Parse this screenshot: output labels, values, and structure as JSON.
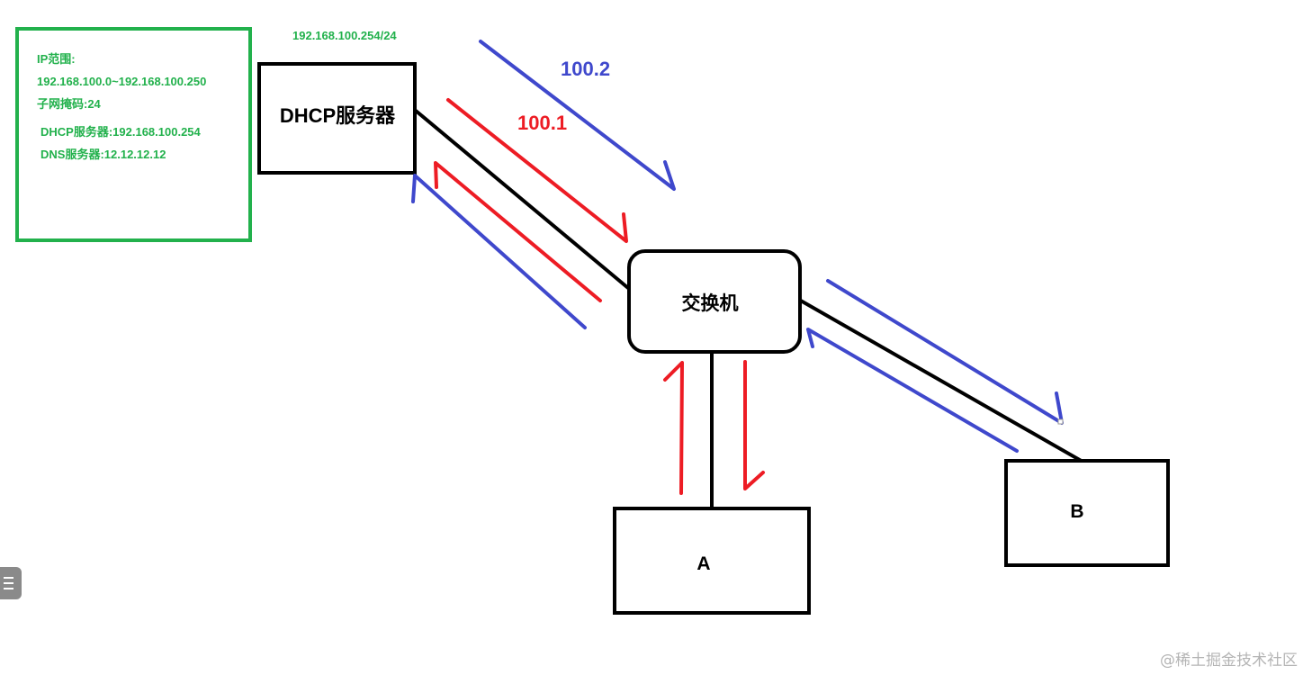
{
  "config_box": {
    "title": "IP范围:",
    "range": "192.168.100.0~192.168.100.250",
    "mask": "子网掩码:24",
    "dhcp_server": "DHCP服务器:192.168.100.254",
    "dns_server": "DNS服务器:12.12.12.12",
    "color": "#22b14c"
  },
  "server_ip": "192.168.100.254/24",
  "nodes": {
    "dhcp": "DHCP服务器",
    "switch": "交换机",
    "a": "A",
    "b": "B"
  },
  "labels": {
    "blue": "100.2",
    "red": "100.1"
  },
  "colors": {
    "blue": "#3f48cc",
    "red": "#ed1c24",
    "link": "#000000"
  },
  "menu_icon": "hamburger-menu-icon",
  "watermark": "@稀土掘金技术社区"
}
